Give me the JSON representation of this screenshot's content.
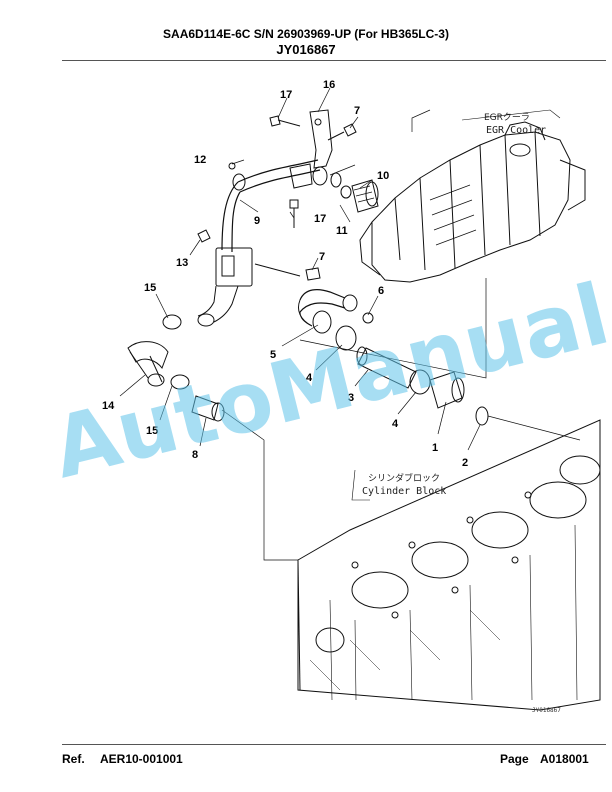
{
  "header": {
    "title": "SAA6D114E-6C S/N 26903969-UP (For HB365LC-3)",
    "code": "JY016867"
  },
  "diagram": {
    "labels": {
      "egr_jp": "EGRクーラ",
      "egr_en": "EGR Cooler",
      "block_jp": "シリンダブロック",
      "block_en": "Cylinder Block",
      "stamp": "JY016867"
    },
    "callouts": {
      "c16": "16",
      "c17a": "17",
      "c7a": "7",
      "c12": "12",
      "c10": "10",
      "c9": "9",
      "c17b": "17",
      "c11": "11",
      "c13": "13",
      "c7b": "7",
      "c6": "6",
      "c15a": "15",
      "c5": "5",
      "c4a": "4",
      "c3": "3",
      "c14": "14",
      "c15b": "15",
      "c8": "8",
      "c4b": "4",
      "c1": "1",
      "c2": "2"
    }
  },
  "watermark": "AutoManual",
  "footer": {
    "ref_label": "Ref.",
    "ref_value": "AER10-001001",
    "page_label": "Page",
    "page_value": "A018001"
  }
}
